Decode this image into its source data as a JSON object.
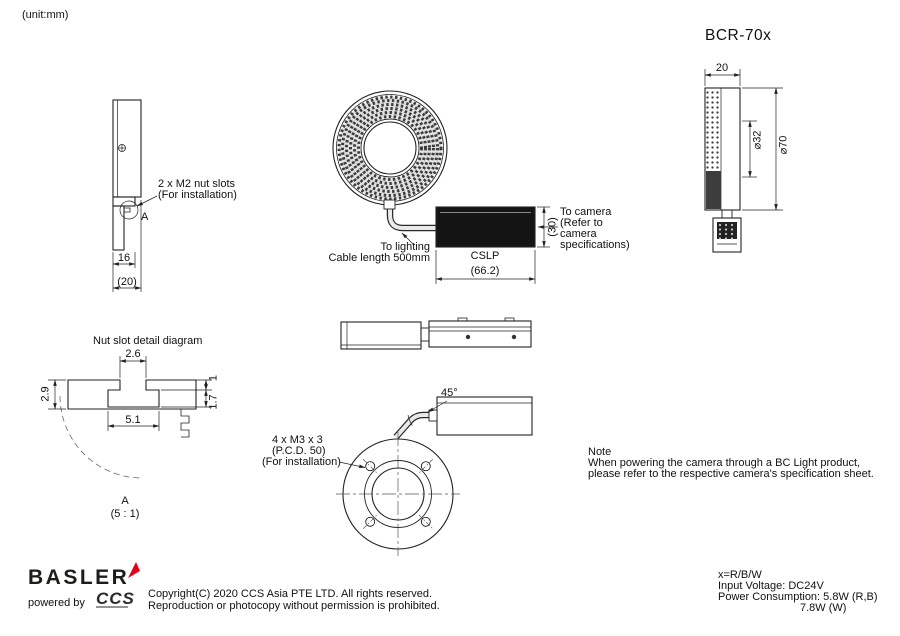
{
  "sheet": {
    "unit_label": "(unit:mm)",
    "model": "BCR-70x"
  },
  "side_view": {
    "nut_slot_note_1": "2 x M2 nut slots",
    "nut_slot_note_2": "(For installation)",
    "detail_marker": "A",
    "dim_bracket_width": "16",
    "dim_body_width": "(20)"
  },
  "front_view": {
    "to_lighting": "To lighting",
    "cable_length": "Cable length 500mm",
    "controller_label": "CSLP",
    "dim_controller_height": "(30)",
    "dim_controller_width": "(66.2)",
    "to_camera_1": "To camera",
    "to_camera_2": "(Refer to",
    "to_camera_3": "camera",
    "to_camera_4": "specifications)"
  },
  "right_view": {
    "dim_depth": "20",
    "dim_inner_dia": "⌀32",
    "dim_outer_dia": "⌀70"
  },
  "nut_slot_detail": {
    "title": "Nut slot detail diagram",
    "dim_slot_opening": "2.6",
    "dim_opening_depth": "1",
    "dim_total_depth": "2.9",
    "dim_cavity_depth": "1.7",
    "dim_cavity_width": "5.1",
    "detail_label": "A",
    "detail_scale": "(5 : 1)"
  },
  "rear_view": {
    "cable_angle": "45°",
    "mount_note_1": "4 x M3 x 3",
    "mount_note_2": "(P.C.D. 50)",
    "mount_note_3": "(For installation)"
  },
  "note": {
    "title": "Note",
    "line1": "When powering the camera through a BC Light product,",
    "line2": "please refer to the respective camera's specification sheet."
  },
  "footer": {
    "basler_logo": "BASLER",
    "powered_by": "powered by",
    "ccs_logo": "CCS",
    "copyright_1": "Copyright(C) 2020 CCS Asia PTE LTD. All rights reserved.",
    "copyright_2": "Reproduction or photocopy without permission is prohibited."
  },
  "specs": {
    "variants": "x=R/B/W",
    "input_voltage": "Input Voltage: DC24V",
    "power_consumption_1": "Power Consumption: 5.8W (R,B)",
    "power_consumption_2": "7.8W (W)"
  },
  "colors": {
    "line": "#222222",
    "accent_red": "#e2001a",
    "controller_fill": "#141414"
  }
}
